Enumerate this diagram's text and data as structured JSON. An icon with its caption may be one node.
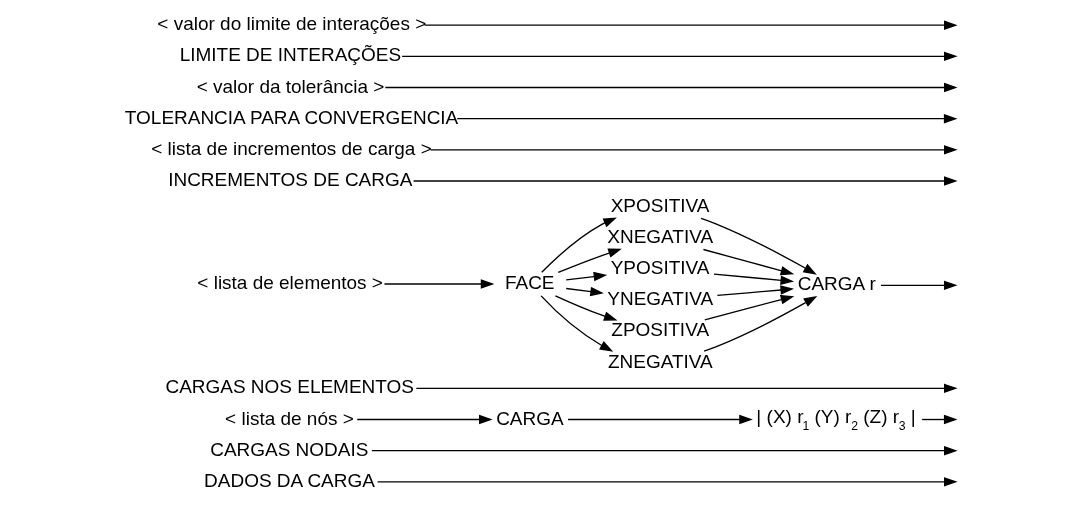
{
  "diagram": {
    "nodes": [
      {
        "text": [
          "DADOS DA CARGA"
        ]
      },
      {
        "text": [
          "CARGAS NODAIS"
        ]
      },
      {
        "text": [
          "< lista de nós >"
        ]
      },
      {
        "text": [
          "CARGA"
        ]
      },
      {
        "text": [
          "| (X) r$_{1}$ (Y) r$_{2}$ (Z) r$_{3}$ |"
        ]
      },
      {
        "text": [
          "CARGAS NOS ELEMENTOS"
        ]
      },
      {
        "text": [
          "< lista de elementos >"
        ]
      },
      {
        "text": [
          "FACE"
        ]
      },
      {
        "text": [
          "XPOSITIVA"
        ]
      },
      {
        "text": [
          "XNEGATIVA"
        ]
      },
      {
        "text": [
          "YPOSITIVA"
        ]
      },
      {
        "text": [
          "YNEGATIVA"
        ]
      },
      {
        "text": [
          "ZPOSITIVA"
        ]
      },
      {
        "text": [
          "ZNEGATIVA"
        ]
      },
      {
        "text": [
          "CARGA r"
        ]
      },
      {
        "text": [
          "INCREMENTOS DE CARGA"
        ]
      },
      {
        "text": [
          "< lista de incrementos de carga >"
        ]
      },
      {
        "text": [
          "TOLERANCIA PARA CONVERGENCIA"
        ]
      },
      {
        "text": [
          "< valor da tolerância >"
        ]
      },
      {
        "text": [
          "LIMITE DE INTERAÇÕES"
        ]
      },
      {
        "text": [
          "< valor do limite de interações >"
        ]
      }
    ],
    "edges": [
      {
        "from": 0,
        "to": null,
        "arrow": "to"
      },
      {
        "from": 1,
        "to": null,
        "arrow": "to"
      },
      {
        "from": 2,
        "to": 3,
        "arrow": "to"
      },
      {
        "from": 3,
        "to": 4,
        "arrow": "to"
      },
      {
        "from": 4,
        "to": null,
        "arrow": "to"
      },
      {
        "from": 5,
        "to": null,
        "arrow": "to"
      },
      {
        "from": 6,
        "to": 7,
        "arrow": "to"
      },
      {
        "from": 7,
        "to": 8,
        "arrow": "to"
      },
      {
        "from": 7,
        "to": 9,
        "arrow": "to"
      },
      {
        "from": 7,
        "to": 10,
        "arrow": "to"
      },
      {
        "from": 7,
        "to": 11,
        "arrow": "to"
      },
      {
        "from": 7,
        "to": 12,
        "arrow": "to"
      },
      {
        "from": 7,
        "to": 13,
        "arrow": "to"
      },
      {
        "from": 8,
        "to": 14,
        "arrow": "to"
      },
      {
        "from": 9,
        "to": 14,
        "arrow": "to"
      },
      {
        "from": 10,
        "to": 14,
        "arrow": "to"
      },
      {
        "from": 11,
        "to": 14,
        "arrow": "to"
      },
      {
        "from": 12,
        "to": 14,
        "arrow": "to"
      },
      {
        "from": 13,
        "to": 14,
        "arrow": "to"
      },
      {
        "from": 14,
        "to": null,
        "arrow": "to"
      },
      {
        "from": 15,
        "to": null,
        "arrow": "to"
      },
      {
        "from": 16,
        "to": null,
        "arrow": "to"
      },
      {
        "from": 17,
        "to": null,
        "arrow": "to"
      },
      {
        "from": 18,
        "to": null,
        "arrow": "to"
      },
      {
        "from": 19,
        "to": null,
        "arrow": "to"
      },
      {
        "from": 20,
        "to": null,
        "arrow": "to"
      }
    ]
  }
}
